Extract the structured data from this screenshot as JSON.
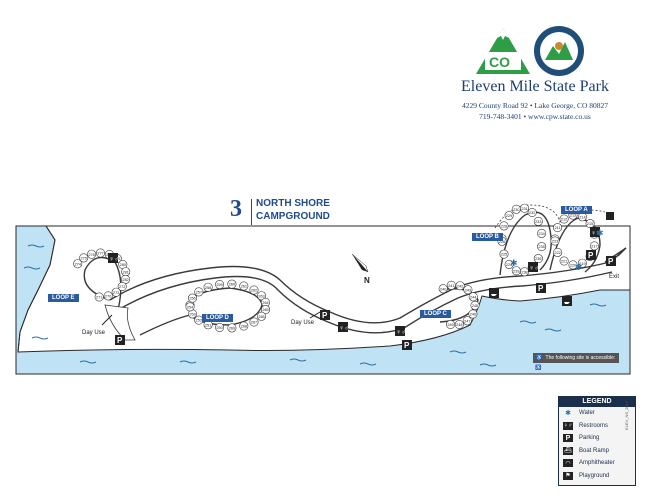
{
  "park": {
    "name": "Eleven Mile State Park",
    "address": "4229 County Road 92 • Lake George, CO 80827",
    "phone_web": "719-748-3401 • www.cpw.state.co.us"
  },
  "logos": {
    "co_mark": "CO",
    "cpw_seal": "COLORADO PARKS & WILDLIFE"
  },
  "campground": {
    "number": "3",
    "name_line1": "NORTH SHORE",
    "name_line2": "CAMPGROUND"
  },
  "map": {
    "loops": {
      "a": "LOOP A",
      "b": "LOOP B",
      "c": "LOOP C",
      "d": "LOOP D",
      "e": "LOOP E"
    },
    "day_use_1": "Day Use",
    "day_use_2": "Day Use",
    "exit": "Exit",
    "north": "N",
    "accessible_note": "The following site is accessible:",
    "colors": {
      "water": "#bfe2f5",
      "road": "#3a3a3a",
      "brand_green": "#2f9c46",
      "brand_navy": "#1f3f73",
      "loop_label": "#2a5aa0"
    }
  },
  "sites": {
    "loop_e": [
      "274",
      "275",
      "276",
      "277",
      "278",
      "279",
      "280",
      "281",
      "282",
      "272",
      "273",
      "270",
      "271"
    ],
    "loop_d": [
      "255",
      "256",
      "257",
      "258",
      "259",
      "260",
      "261",
      "262",
      "263",
      "264",
      "265",
      "266",
      "267",
      "268",
      "269",
      "250",
      "251",
      "252",
      "253",
      "254"
    ],
    "loop_c": [
      "240",
      "241",
      "242",
      "243",
      "244",
      "245",
      "246",
      "247",
      "248",
      "249"
    ],
    "loop_b": [
      "227",
      "228",
      "229",
      "230",
      "231",
      "232",
      "233",
      "234",
      "235",
      "236",
      "237",
      "238",
      "239",
      "224",
      "225",
      "226"
    ],
    "loop_a": [
      "210",
      "211",
      "212",
      "213",
      "214",
      "215",
      "216",
      "217",
      "218",
      "219",
      "220",
      "221",
      "222",
      "223"
    ]
  },
  "legend": {
    "title": "LEGEND",
    "items": [
      {
        "icon": "water-icon",
        "label": "Water"
      },
      {
        "icon": "restrooms-icon",
        "label": "Restrooms"
      },
      {
        "icon": "parking-icon",
        "label": "Parking"
      },
      {
        "icon": "boat-ramp-icon",
        "label": "Boat Ramp"
      },
      {
        "icon": "amphitheater-icon",
        "label": "Amphitheater"
      },
      {
        "icon": "playground-icon",
        "label": "Playground"
      }
    ]
  },
  "map_code": "ELEV_NS_2016"
}
